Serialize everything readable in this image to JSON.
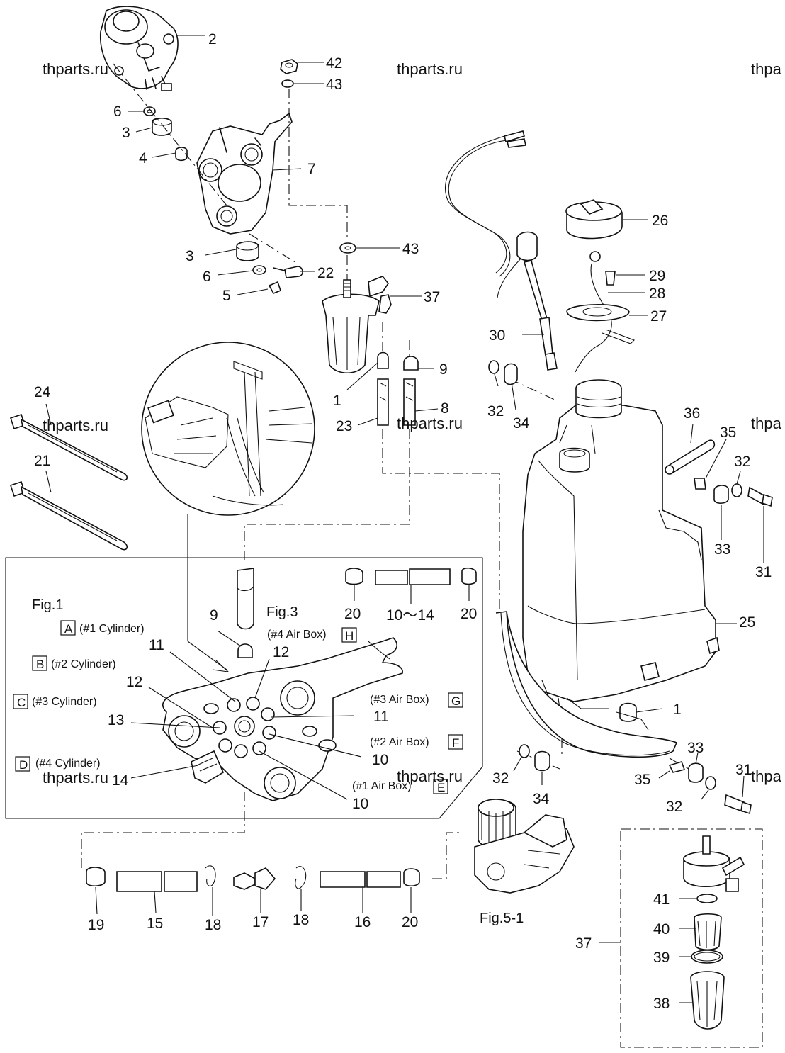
{
  "watermarks": [
    "thparts.ru",
    "thparts.ru",
    "thpa",
    "thparts.ru",
    "thparts.ru",
    "thpa",
    "thparts.ru",
    "thparts.ru",
    "thpa"
  ],
  "callouts": [
    "2",
    "42",
    "43",
    "6",
    "3",
    "4",
    "7",
    "3",
    "6",
    "22",
    "43",
    "5",
    "37",
    "26",
    "29",
    "28",
    "27",
    "30",
    "1",
    "9",
    "32",
    "34",
    "23",
    "8",
    "24",
    "21",
    "36",
    "35",
    "32",
    "33",
    "31",
    "9",
    "20",
    "10～14",
    "20",
    "11",
    "12",
    "12",
    "11",
    "13",
    "10",
    "14",
    "10",
    "25",
    "1",
    "33",
    "32",
    "34",
    "35",
    "31",
    "32",
    "19",
    "15",
    "18",
    "17",
    "18",
    "16",
    "20",
    "37",
    "41",
    "40",
    "39",
    "38"
  ],
  "figures": {
    "fig1": "Fig.1",
    "fig3": "Fig.3",
    "fig5": "Fig.5-1"
  },
  "fig1_cylinders": [
    {
      "key": "A",
      "label": "(#1 Cylinder)"
    },
    {
      "key": "B",
      "label": "(#2 Cylinder)"
    },
    {
      "key": "C",
      "label": "(#3 Cylinder)"
    },
    {
      "key": "D",
      "label": "(#4 Cylinder)"
    }
  ],
  "fig3_air_boxes": [
    {
      "key": "H",
      "label": "(#4 Air Box)"
    },
    {
      "key": "G",
      "label": "(#3 Air Box)"
    },
    {
      "key": "F",
      "label": "(#2 Air Box)"
    },
    {
      "key": "E",
      "label": "(#1 Air Box)"
    }
  ]
}
